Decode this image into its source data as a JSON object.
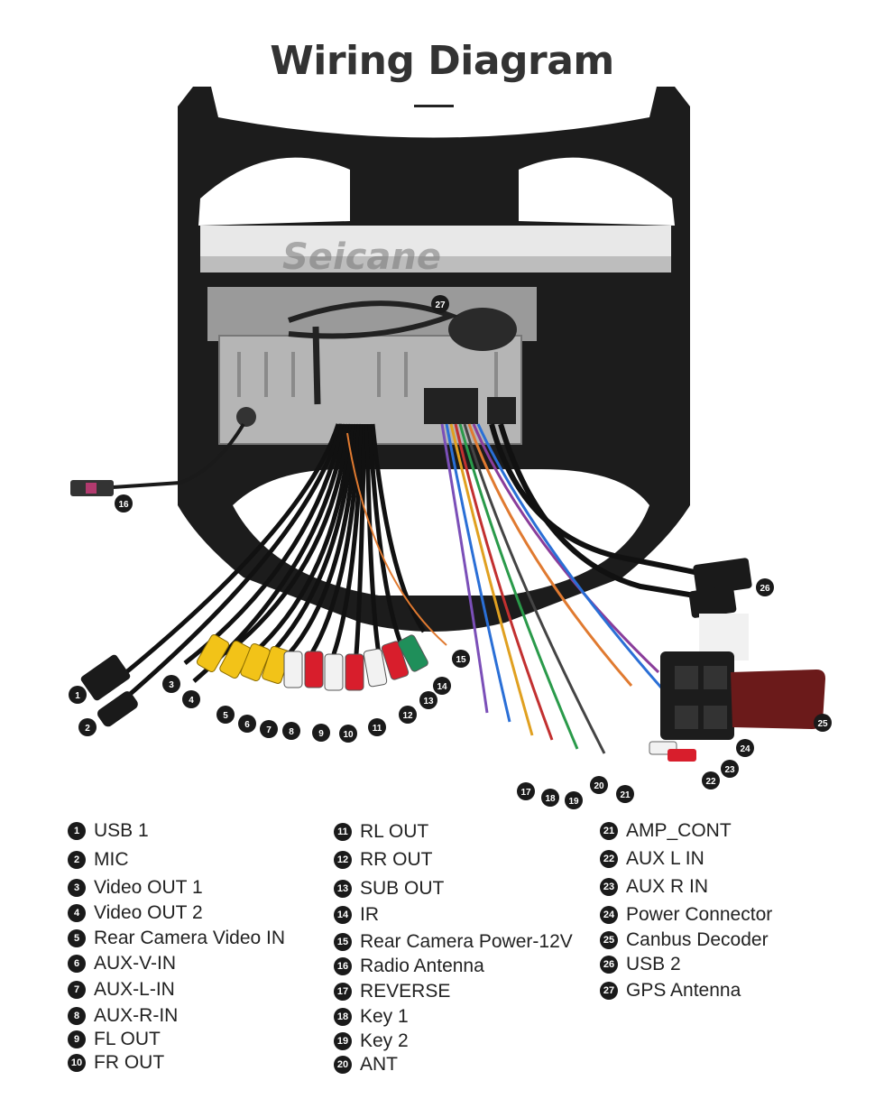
{
  "title": "Wiring Diagram",
  "watermark": "Seicane",
  "callouts": [
    "1",
    "2",
    "3",
    "4",
    "5",
    "6",
    "7",
    "8",
    "9",
    "10",
    "11",
    "12",
    "13",
    "14",
    "15",
    "16",
    "17",
    "18",
    "19",
    "20",
    "21",
    "22",
    "23",
    "24",
    "25",
    "26",
    "27"
  ],
  "legend": [
    {
      "num": "1",
      "label": "USB 1"
    },
    {
      "num": "2",
      "label": "MIC"
    },
    {
      "num": "3",
      "label": "Video OUT 1"
    },
    {
      "num": "4",
      "label": "Video OUT 2"
    },
    {
      "num": "5",
      "label": "Rear Camera Video IN"
    },
    {
      "num": "6",
      "label": "AUX-V-IN"
    },
    {
      "num": "7",
      "label": "AUX-L-IN"
    },
    {
      "num": "8",
      "label": "AUX-R-IN"
    },
    {
      "num": "9",
      "label": "FL OUT"
    },
    {
      "num": "10",
      "label": "FR OUT"
    },
    {
      "num": "11",
      "label": "RL OUT"
    },
    {
      "num": "12",
      "label": "RR OUT"
    },
    {
      "num": "13",
      "label": "SUB OUT"
    },
    {
      "num": "14",
      "label": "IR"
    },
    {
      "num": "15",
      "label": "Rear Camera Power-12V"
    },
    {
      "num": "16",
      "label": "Radio Antenna"
    },
    {
      "num": "17",
      "label": "REVERSE"
    },
    {
      "num": "18",
      "label": "Key 1"
    },
    {
      "num": "19",
      "label": "Key 2"
    },
    {
      "num": "20",
      "label": "ANT"
    },
    {
      "num": "21",
      "label": "AMP_CONT"
    },
    {
      "num": "22",
      "label": "AUX L IN"
    },
    {
      "num": "23",
      "label": "AUX R IN"
    },
    {
      "num": "24",
      "label": "Power Connector"
    },
    {
      "num": "25",
      "label": "Canbus Decoder"
    },
    {
      "num": "26",
      "label": "USB 2"
    },
    {
      "num": "27",
      "label": "GPS Antenna"
    }
  ]
}
